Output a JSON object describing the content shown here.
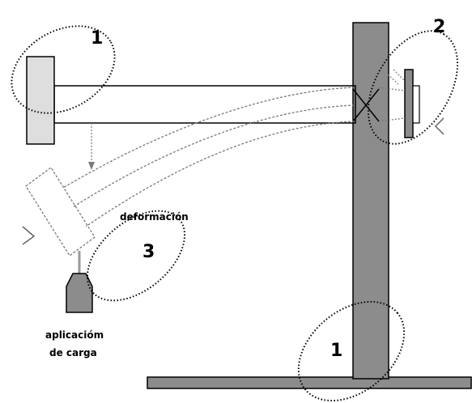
{
  "labels": {
    "zone_top_left": "1",
    "zone_top_right": "2",
    "zone_middle": "3",
    "zone_bottom": "1",
    "deformation": "deformación",
    "load_line1": "aplicacióm",
    "load_line2": "de carga"
  },
  "colors": {
    "column_fill": "#8c8c8c",
    "weight_fill": "#8c8c8c",
    "wall_plate_fill": "#dedede",
    "stroke": "#000000",
    "dashed_stroke": "#7a7a7a",
    "ellipse_stroke": "#000000"
  }
}
